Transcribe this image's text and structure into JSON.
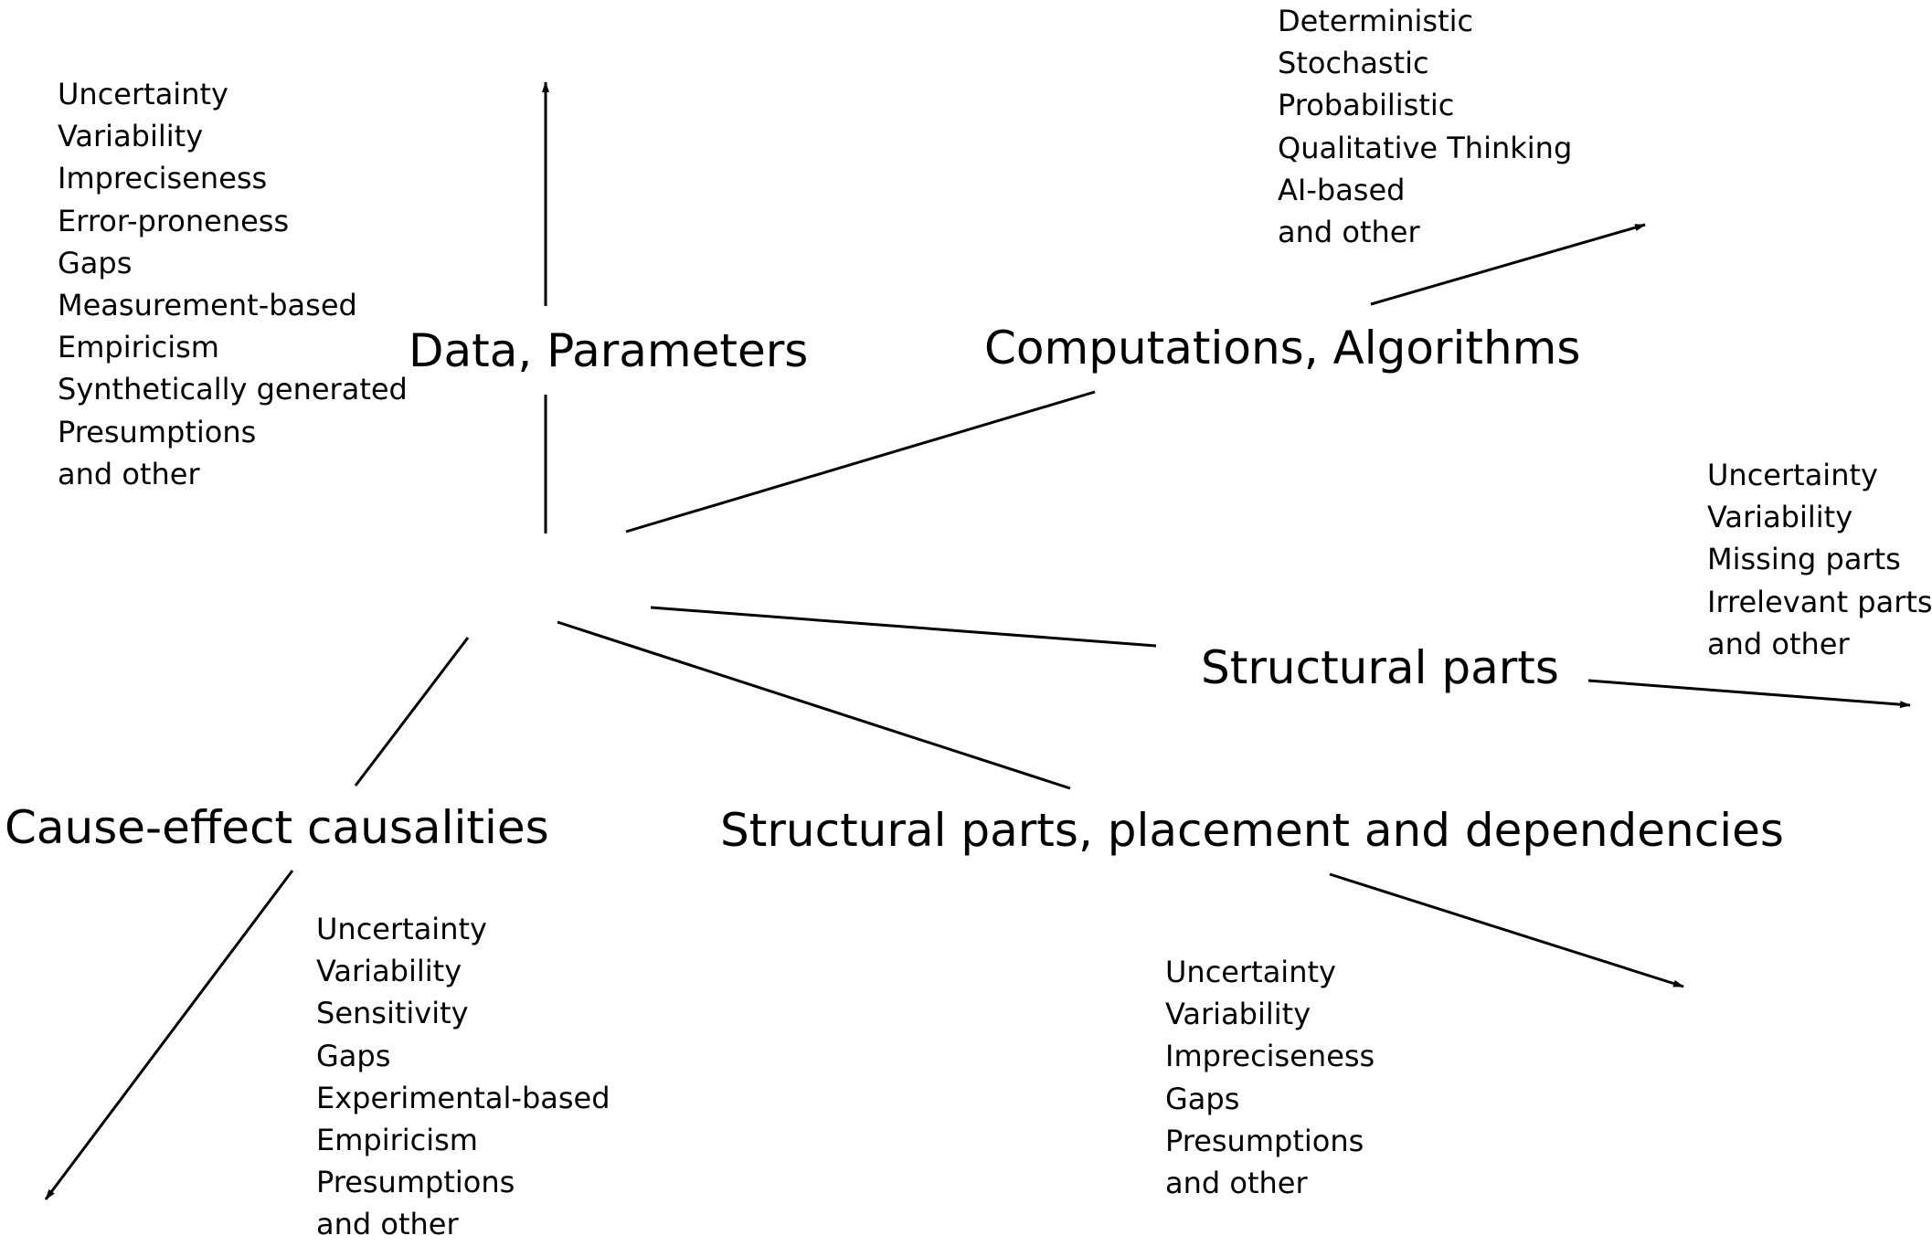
{
  "nodes": {
    "data_parameters": {
      "title": "Data, Parameters",
      "items": [
        "Uncertainty",
        "Variability",
        "Impreciseness",
        "Error-proneness",
        "Gaps",
        "Measurement-based",
        "Empiricism",
        "Synthetically generated",
        "Presumptions",
        "and other"
      ]
    },
    "computations_algorithms": {
      "title": "Computations, Algorithms",
      "items": [
        "Deterministic",
        "Stochastic",
        "Probabilistic",
        "Qualitative Thinking",
        "AI-based",
        "and other"
      ]
    },
    "structural_parts": {
      "title": "Structural parts",
      "items": [
        "Uncertainty",
        "Variability",
        "Missing parts",
        "Irrelevant parts",
        "and other"
      ]
    },
    "structural_placement": {
      "title": "Structural parts, placement and dependencies",
      "items": [
        "Uncertainty",
        "Variability",
        "Impreciseness",
        "Gaps",
        "Presumptions",
        "and other"
      ]
    },
    "cause_effect": {
      "title": "Cause-effect causalities",
      "items": [
        "Uncertainty",
        "Variability",
        "Sensitivity",
        "Gaps",
        "Experimental-based",
        "Empiricism",
        "Presumptions",
        "and other"
      ]
    }
  }
}
